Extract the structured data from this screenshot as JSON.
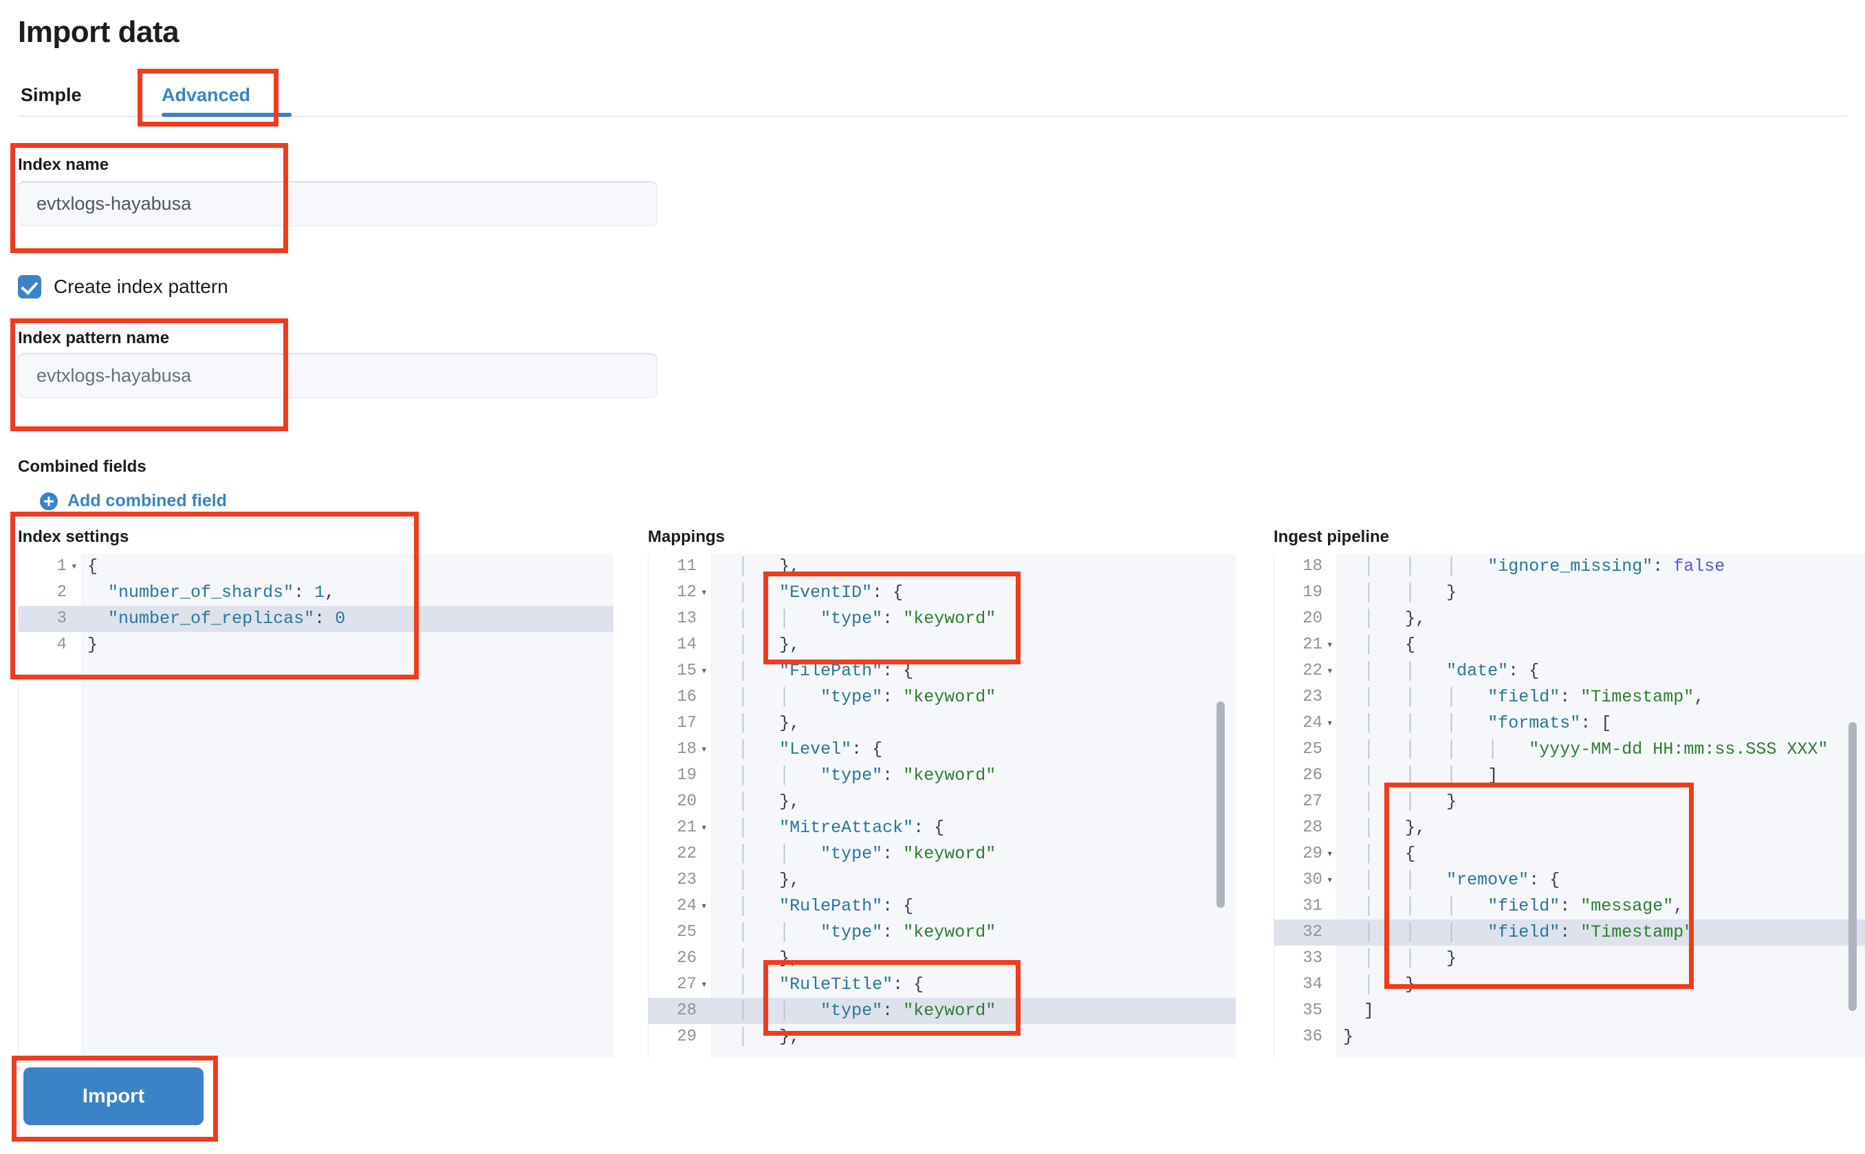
{
  "page": {
    "title": "Import data"
  },
  "tabs": [
    {
      "id": "simple",
      "label": "Simple",
      "active": false
    },
    {
      "id": "advanced",
      "label": "Advanced",
      "active": true
    }
  ],
  "form": {
    "index_name": {
      "label": "Index name",
      "value": "evtxlogs-hayabusa",
      "placeholder": "evtxlogs-hayabusa"
    },
    "create_index_pattern": {
      "label": "Create index pattern",
      "checked": true
    },
    "index_pattern_name": {
      "label": "Index pattern name",
      "value": "",
      "placeholder": "evtxlogs-hayabusa"
    },
    "combined_fields": {
      "label": "Combined fields",
      "add_link": "Add combined field",
      "add_icon": "plus-circle-icon"
    }
  },
  "editors": {
    "index_settings": {
      "title": "Index settings",
      "first_line": 1,
      "highlight_line": 3,
      "lines": [
        {
          "n": 1,
          "fold": true,
          "text": "{"
        },
        {
          "n": 2,
          "fold": false,
          "text": "  \"number_of_shards\": 1,"
        },
        {
          "n": 3,
          "fold": false,
          "text": "  \"number_of_replicas\": 0"
        },
        {
          "n": 4,
          "fold": false,
          "text": "}"
        }
      ]
    },
    "mappings": {
      "title": "Mappings",
      "first_line": 11,
      "highlight_line": 28,
      "scrollbar": true,
      "lines": [
        {
          "n": 11,
          "fold": false,
          "text": "  │   },"
        },
        {
          "n": 12,
          "fold": true,
          "text": "  │   \"EventID\": {"
        },
        {
          "n": 13,
          "fold": false,
          "text": "  │   │   \"type\": \"keyword\""
        },
        {
          "n": 14,
          "fold": false,
          "text": "  │   },"
        },
        {
          "n": 15,
          "fold": true,
          "text": "  │   \"FilePath\": {"
        },
        {
          "n": 16,
          "fold": false,
          "text": "  │   │   \"type\": \"keyword\""
        },
        {
          "n": 17,
          "fold": false,
          "text": "  │   },"
        },
        {
          "n": 18,
          "fold": true,
          "text": "  │   \"Level\": {"
        },
        {
          "n": 19,
          "fold": false,
          "text": "  │   │   \"type\": \"keyword\""
        },
        {
          "n": 20,
          "fold": false,
          "text": "  │   },"
        },
        {
          "n": 21,
          "fold": true,
          "text": "  │   \"MitreAttack\": {"
        },
        {
          "n": 22,
          "fold": false,
          "text": "  │   │   \"type\": \"keyword\""
        },
        {
          "n": 23,
          "fold": false,
          "text": "  │   },"
        },
        {
          "n": 24,
          "fold": true,
          "text": "  │   \"RulePath\": {"
        },
        {
          "n": 25,
          "fold": false,
          "text": "  │   │   \"type\": \"keyword\""
        },
        {
          "n": 26,
          "fold": false,
          "text": "  │   },"
        },
        {
          "n": 27,
          "fold": true,
          "text": "  │   \"RuleTitle\": {"
        },
        {
          "n": 28,
          "fold": false,
          "text": "  │   │   \"type\": \"keyword\""
        },
        {
          "n": 29,
          "fold": false,
          "text": "  │   },"
        }
      ]
    },
    "ingest_pipeline": {
      "title": "Ingest pipeline",
      "first_line": 18,
      "highlight_line": 32,
      "scrollbar": true,
      "lines": [
        {
          "n": 18,
          "fold": false,
          "text": "  │   │   │   \"ignore_missing\": false"
        },
        {
          "n": 19,
          "fold": false,
          "text": "  │   │   }"
        },
        {
          "n": 20,
          "fold": false,
          "text": "  │   },"
        },
        {
          "n": 21,
          "fold": true,
          "text": "  │   {"
        },
        {
          "n": 22,
          "fold": true,
          "text": "  │   │   \"date\": {"
        },
        {
          "n": 23,
          "fold": false,
          "text": "  │   │   │   \"field\": \"Timestamp\","
        },
        {
          "n": 24,
          "fold": true,
          "text": "  │   │   │   \"formats\": ["
        },
        {
          "n": 25,
          "fold": false,
          "text": "  │   │   │   │   \"yyyy-MM-dd HH:mm:ss.SSS XXX\""
        },
        {
          "n": 26,
          "fold": false,
          "text": "  │   │   │   ]"
        },
        {
          "n": 27,
          "fold": false,
          "text": "  │   │   }"
        },
        {
          "n": 28,
          "fold": false,
          "text": "  │   },"
        },
        {
          "n": 29,
          "fold": true,
          "text": "  │   {"
        },
        {
          "n": 30,
          "fold": true,
          "text": "  │   │   \"remove\": {"
        },
        {
          "n": 31,
          "fold": false,
          "text": "  │   │   │   \"field\": \"message\","
        },
        {
          "n": 32,
          "fold": false,
          "text": "  │   │   │   \"field\": \"Timestamp\""
        },
        {
          "n": 33,
          "fold": false,
          "text": "  │   │   }"
        },
        {
          "n": 34,
          "fold": false,
          "text": "  │   }"
        },
        {
          "n": 35,
          "fold": false,
          "text": "  ]"
        },
        {
          "n": 36,
          "fold": false,
          "text": "}"
        }
      ]
    }
  },
  "actions": {
    "import_label": "Import"
  },
  "annotations": {
    "color": "#f03c1e",
    "boxes": [
      "advanced-tab",
      "index-name",
      "index-pattern-name",
      "index-settings",
      "mappings-eventid",
      "mappings-ruletitle",
      "ingest-remove-processor",
      "import-button"
    ]
  }
}
